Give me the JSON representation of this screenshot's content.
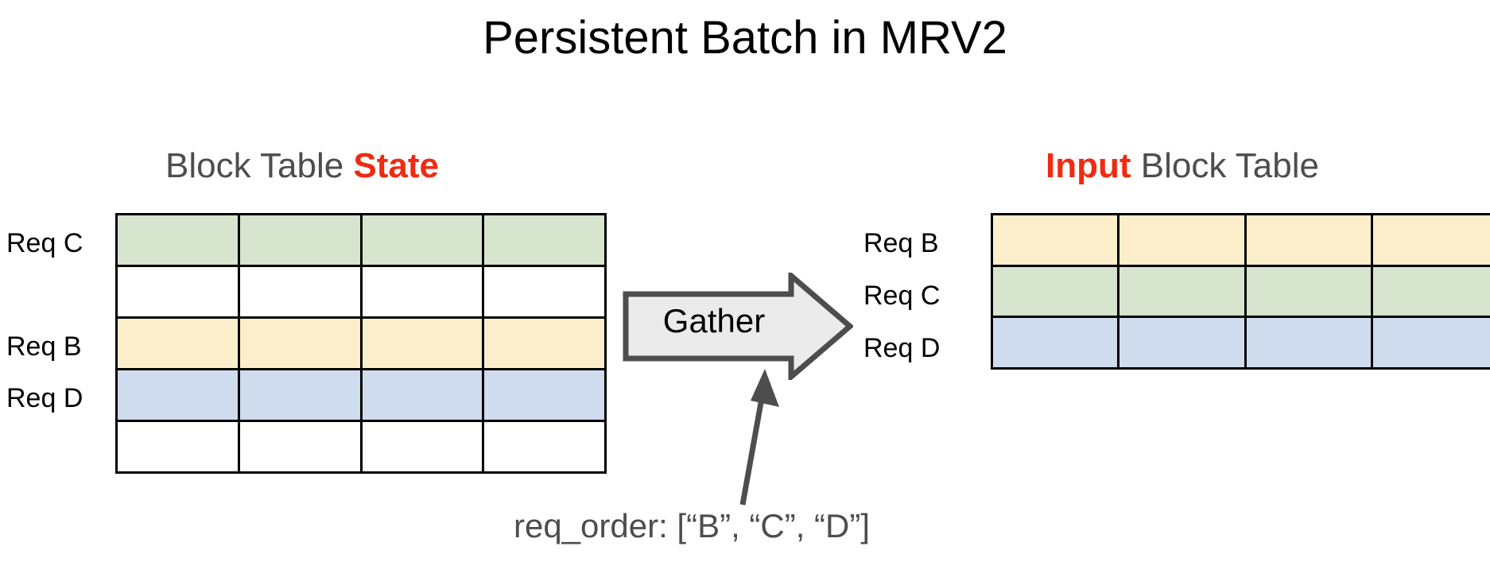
{
  "slide": {
    "title": "Persistent Batch in MRV2",
    "background_color": "#ffffff"
  },
  "colors": {
    "accent_red": "#ef2b12",
    "heading_gray": "#4d4d4d",
    "req_b_yellow": "#fceecb",
    "req_c_green": "#d7e4ce",
    "req_d_blue": "#cfdcee",
    "empty_white": "#ffffff",
    "grid_line": "#000000",
    "arrow_gray": "#4d4d4d",
    "arrow_fill": "#ebebeb"
  },
  "left_panel": {
    "heading_prefix": "Block Table ",
    "heading_accent": "State",
    "row_labels": [
      "Req C",
      "",
      "Req B",
      "Req D",
      ""
    ],
    "columns": 4,
    "rows": 5,
    "row_colors": [
      "green",
      "empty",
      "yellow",
      "blue",
      "empty"
    ]
  },
  "right_panel": {
    "heading_accent": "Input",
    "heading_suffix": " Block Table",
    "row_labels": [
      "Req B",
      "Req C",
      "Req D"
    ],
    "columns": 4,
    "rows": 3,
    "row_colors": [
      "yellow",
      "green",
      "blue"
    ]
  },
  "gather": {
    "label": "Gather",
    "direction": "right"
  },
  "annotation": {
    "req_order_text": "req_order: [“B”, “C”, “D”]"
  }
}
